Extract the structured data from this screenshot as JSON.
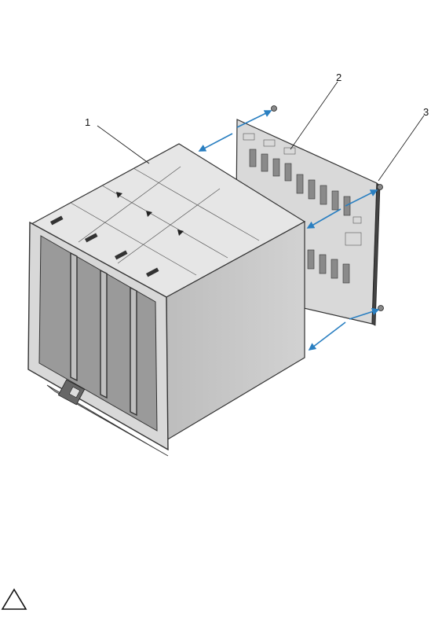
{
  "figure": {
    "callouts": [
      {
        "id": "1",
        "label": "1"
      },
      {
        "id": "2",
        "label": "2"
      },
      {
        "id": "3",
        "label": "3"
      }
    ],
    "icons": {
      "caution": "caution-triangle-icon"
    },
    "colors": {
      "arrow": "#2a7fc1",
      "chassis_side": "#c9c9c9",
      "chassis_front": "#dcdcdc",
      "midplane": "#d7d7d7",
      "line": "#333333"
    }
  }
}
